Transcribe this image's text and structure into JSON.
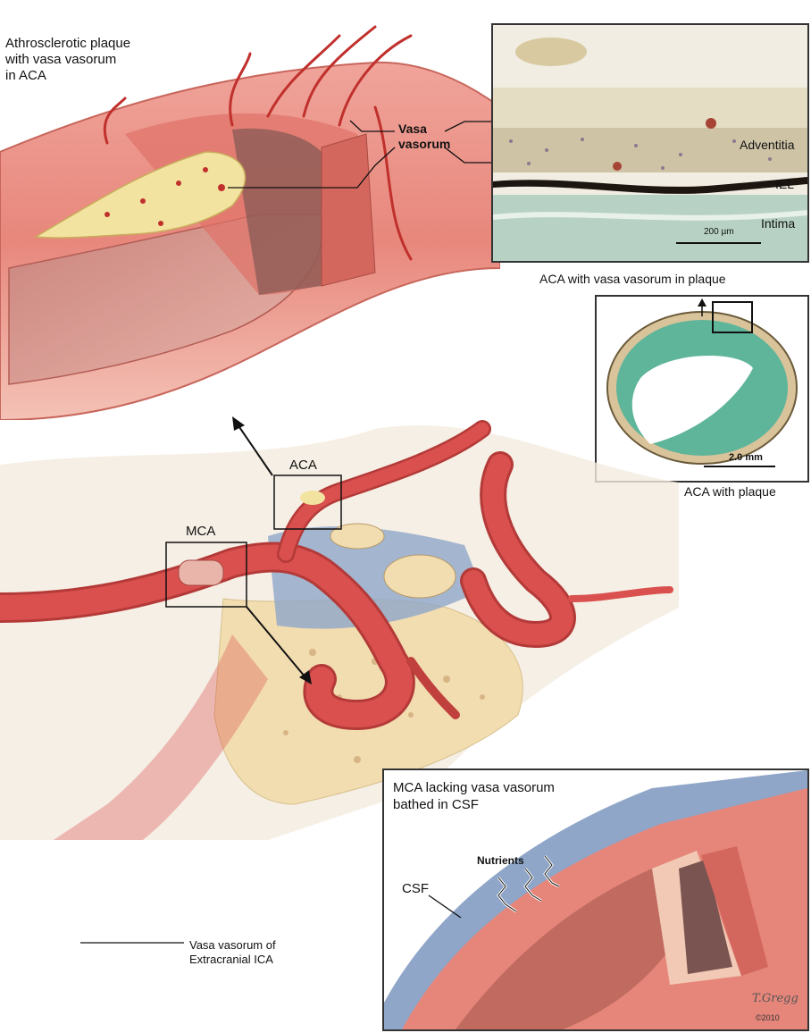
{
  "top_title": "Athrosclerotic plaque\nwith vasa vasorum\nin ACA",
  "vasa_vasorum_label": "Vasa\nvasorum",
  "histology": {
    "adventitia": "Adventitia",
    "iel": "IEL",
    "intima": "Intima",
    "scale": "200 µm",
    "caption": "ACA with vasa vasorum in plaque"
  },
  "cross_section": {
    "scale": "2.0 mm",
    "caption": "ACA with plaque"
  },
  "aca_label": "ACA",
  "mca_label": "MCA",
  "inset": {
    "title": "MCA lacking vasa vasorum\nbathed in CSF",
    "nutrients": "Nutrients",
    "csf": "CSF",
    "signature": "T.Gregg",
    "copyright": "©2010"
  },
  "ica_label": "Vasa vasorum of\nExtracranial ICA",
  "colors": {
    "artery": "#d9504e",
    "artery_dark": "#b33a38",
    "plaque": "#f3e3a0",
    "csf_blue": "#8fa6c9",
    "bone": "#f2ddb0",
    "stain_green": "#5fb59a"
  }
}
